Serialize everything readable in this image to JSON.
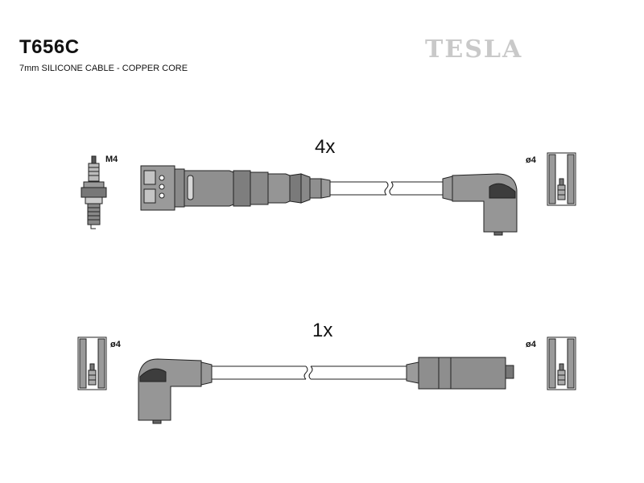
{
  "header": {
    "part_number": "T656C",
    "subtitle": "7mm SILICONE CABLE - COPPER CORE",
    "brand": "TESLA"
  },
  "leads": [
    {
      "quantity": "4x"
    },
    {
      "quantity": "1x"
    }
  ],
  "labels": {
    "thread": "M4",
    "diameter_top_right": "ø4",
    "diameter_bottom_left": "ø4",
    "diameter_bottom_right": "ø4"
  },
  "colors": {
    "line": "#222222",
    "fill_dark": "#8a8a8a",
    "fill_mid": "#a8a8a8",
    "fill_light": "#d8d8d8",
    "brand": "#c9c9c9"
  }
}
